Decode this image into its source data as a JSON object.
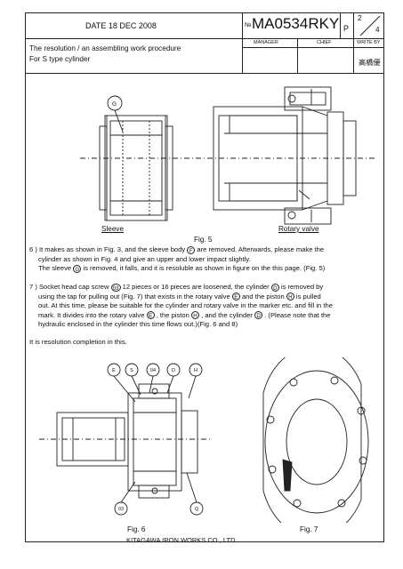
{
  "header": {
    "date": "DATE 18 DEC 2008",
    "no_label": "№",
    "doc_number": "MA0534RKY",
    "p_label": "P",
    "page_current": "2",
    "page_total": "4",
    "title_line1": "The resolution / an assembling work procedure",
    "title_line2": "For S type cylinder",
    "manager_label": "MANAGER",
    "chief_label": "CHIEF",
    "write_by_label": "WRITE BY",
    "writer_name": "高橋優"
  },
  "figure5": {
    "callout": "G",
    "sleeve_label": "Sleeve",
    "rotary_valve_label": "Rotary valve",
    "caption": "Fig. 5"
  },
  "step6": {
    "line1_a": "6 ) It makes as shown in Fig. 3, and the sleeve body",
    "line1_mark": "F",
    "line1_b": "are removed. Afterwards, please make the",
    "line2": "cylinder as shown in Fig. 4 and give an upper and lower impact slightly.",
    "line3_a": "The sleeve",
    "line3_mark": "G",
    "line3_b": "is removed, it falls, and it is resoluble as shown in figure on the this page. (Fig. 5)"
  },
  "step7": {
    "l1_a": "7 ) Socket head cap screw",
    "l1_mark1": "03",
    "l1_b": "12 pieces or 16 pieces are loosened, the cylinder",
    "l1_mark2": "D",
    "l1_c": "is removed by",
    "l2_a": "using the tap for pulling out (Fig. 7) that exists in the rotary valve",
    "l2_mark1": "E",
    "l2_b": "and the piston",
    "l2_mark2": "H",
    "l2_c": "is pulled",
    "l3": "out. At this time, please be suitable for the cylinder and rotary valve in the marker etc. and fill in the",
    "l4_a": "mark. It divides into the rotary valve",
    "l4_mark1": "E",
    "l4_b": ", the piston",
    "l4_mark2": "H",
    "l4_c": ", and the cylinder",
    "l4_mark3": "D",
    "l4_d": ". (Please note that the",
    "l5": "hydraulic enclosed in the cylinder this time flows out.)(Fig. 6 and 8)"
  },
  "completion_text": "It is resolution completion in this.",
  "figure6": {
    "callouts_top": [
      "E",
      "S",
      "04",
      "D",
      "H"
    ],
    "callouts_bottom": [
      "03",
      "Q"
    ],
    "caption": "Fig. 6"
  },
  "figure7": {
    "caption": "Fig. 7"
  },
  "footer": "KITAGAWA IRON WORKS CO., LTD."
}
